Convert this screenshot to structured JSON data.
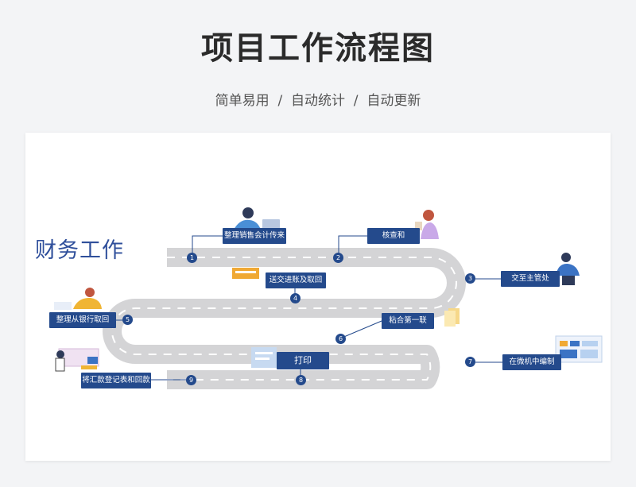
{
  "header": {
    "title": "项目工作流程图",
    "subtitle": "简单易用  /  自动统计  /  自动更新"
  },
  "diagram": {
    "section_title": "财务工作",
    "steps": [
      {
        "num": "1",
        "label": "整理销售会计传来"
      },
      {
        "num": "2",
        "label": "核查和"
      },
      {
        "num": "3",
        "label": "交至主管处"
      },
      {
        "num": "4",
        "label": "送交进账及取回"
      },
      {
        "num": "5",
        "label": "整理从银行取回"
      },
      {
        "num": "6",
        "label": "粘合第一联"
      },
      {
        "num": "7",
        "label": "在微机中编制"
      },
      {
        "num": "8",
        "label": "打印"
      },
      {
        "num": "9",
        "label": "将汇款登记表和回款"
      }
    ]
  },
  "colors": {
    "road": "#d4d4d6",
    "road_dash": "#ffffff",
    "label_bg": "#244a8c",
    "accent": "#2f4f9b"
  }
}
